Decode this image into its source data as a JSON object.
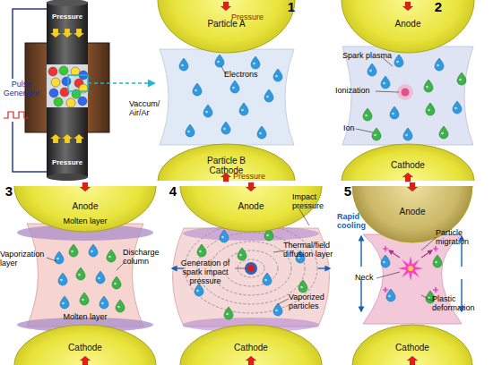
{
  "diagram": {
    "nodes": [
      {
        "text": [
          "Particle A"
        ]
      },
      {
        "text": [
          "Particle B",
          "Cathode"
        ]
      },
      {
        "text": [
          "Anode"
        ]
      },
      {
        "text": [
          "Cathode"
        ]
      },
      {
        "text": [
          "Anode"
        ]
      },
      {
        "text": [
          "Cathode"
        ]
      },
      {
        "text": [
          "Anode"
        ]
      },
      {
        "text": [
          "Cathode"
        ]
      },
      {
        "text": [
          "Anode"
        ]
      },
      {
        "text": [
          "Cathode"
        ]
      }
    ],
    "labels": [
      "Pressure",
      "Pulse Generator",
      "Pressure",
      "1",
      "Pressure",
      "Electrons",
      "Vaccum/ Air/Ar",
      "Pressure",
      "2",
      "Spark plasma",
      "Ionization",
      "Ion",
      "3",
      "Molten layer",
      "Vaporization layer",
      "Discharge column",
      "Molten layer",
      "4",
      "Impact pressure",
      "Generation of spark impact pressure",
      "Thermal/field diffusion layer",
      "Vaporized particles",
      "5",
      "Rapid cooling",
      "Particle migration",
      "Neck",
      "Plastic deformation"
    ]
  }
}
